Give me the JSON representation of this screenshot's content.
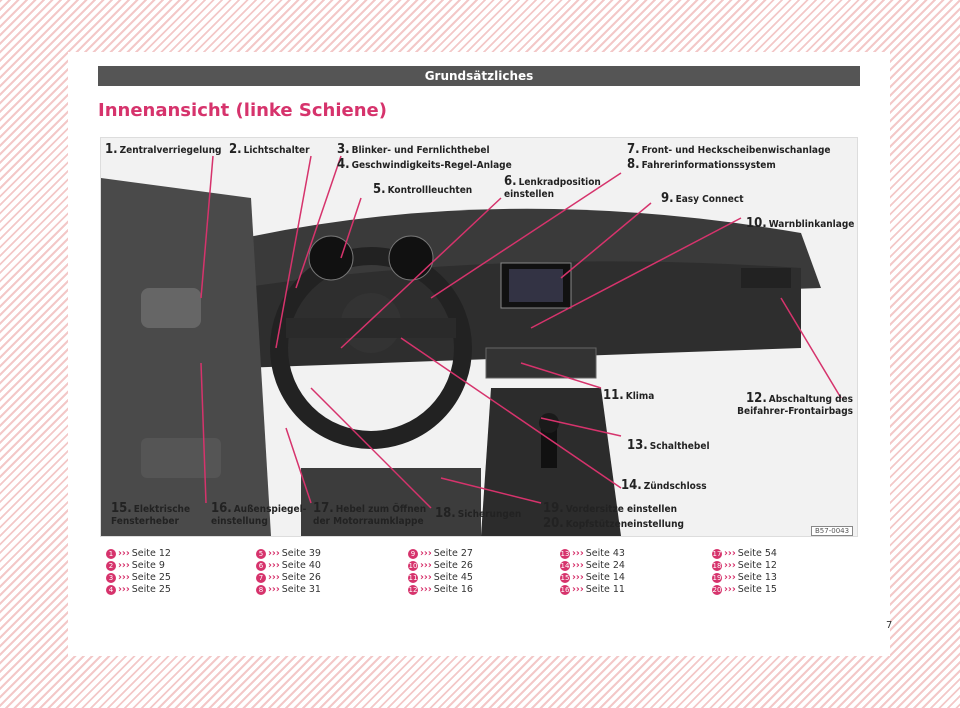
{
  "header": {
    "section": "Grundsätzliches"
  },
  "page_title": "Innenansicht (linke Schiene)",
  "figure": {
    "code": "B57-0043",
    "callouts": [
      {
        "num": "1.",
        "text": "Zentralverriegelung"
      },
      {
        "num": "2.",
        "text": "Lichtschalter"
      },
      {
        "num": "3.",
        "text": "Blinker- und Fernlichthebel"
      },
      {
        "num": "4.",
        "text": "Geschwindigkeits-Regel-Anlage"
      },
      {
        "num": "5.",
        "text": "Kontrollleuchten"
      },
      {
        "num": "6.",
        "text": "Lenkradposition einstellen"
      },
      {
        "num": "7.",
        "text": "Front- und Heckscheibenwischanlage"
      },
      {
        "num": "8.",
        "text": "Fahrerinformationssystem"
      },
      {
        "num": "9.",
        "text": "Easy Connect"
      },
      {
        "num": "10.",
        "text": "Warnblinkanlage"
      },
      {
        "num": "11.",
        "text": "Klima"
      },
      {
        "num": "12.",
        "text": "Abschaltung des Beifahrer-Frontairbags"
      },
      {
        "num": "13.",
        "text": "Schalthebel"
      },
      {
        "num": "14.",
        "text": "Zündschloss"
      },
      {
        "num": "15.",
        "text": "Elektrische Fensterheber"
      },
      {
        "num": "16.",
        "text": "Außenspiegel-einstellung"
      },
      {
        "num": "17.",
        "text": "Hebel zum Öffnen der Motorraumklappe"
      },
      {
        "num": "18.",
        "text": "Sicherungen"
      },
      {
        "num": "19.",
        "text": "Vordersitze einstellen"
      },
      {
        "num": "20.",
        "text": "Kopfstützeneinstellung"
      }
    ]
  },
  "references": [
    [
      {
        "n": "1",
        "page": "Seite 12"
      },
      {
        "n": "2",
        "page": "Seite 9"
      },
      {
        "n": "3",
        "page": "Seite 25"
      },
      {
        "n": "4",
        "page": "Seite 25"
      }
    ],
    [
      {
        "n": "5",
        "page": "Seite 39"
      },
      {
        "n": "6",
        "page": "Seite 40"
      },
      {
        "n": "7",
        "page": "Seite 26"
      },
      {
        "n": "8",
        "page": "Seite 31"
      }
    ],
    [
      {
        "n": "9",
        "page": "Seite 27"
      },
      {
        "n": "10",
        "page": "Seite 26"
      },
      {
        "n": "11",
        "page": "Seite 45"
      },
      {
        "n": "12",
        "page": "Seite 16"
      }
    ],
    [
      {
        "n": "13",
        "page": "Seite 43"
      },
      {
        "n": "14",
        "page": "Seite 24"
      },
      {
        "n": "15",
        "page": "Seite 14"
      },
      {
        "n": "16",
        "page": "Seite 11"
      }
    ],
    [
      {
        "n": "17",
        "page": "Seite 54"
      },
      {
        "n": "18",
        "page": "Seite 12"
      },
      {
        "n": "19",
        "page": "Seite 13"
      },
      {
        "n": "20",
        "page": "Seite 15"
      }
    ]
  ],
  "ref_arrow": "›››",
  "page_number": "7"
}
